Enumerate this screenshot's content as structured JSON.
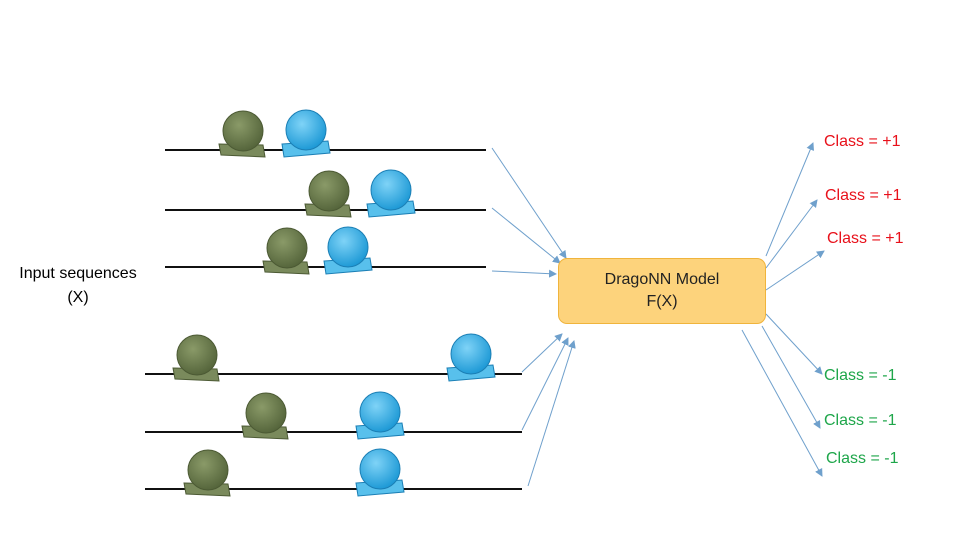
{
  "input_label": {
    "line1": "Input sequences",
    "line2": "(X)"
  },
  "model": {
    "line1": "DragoNN Model",
    "line2": "F(X)"
  },
  "outputs": [
    {
      "text": "Class = +1",
      "color": "#e8101a"
    },
    {
      "text": "Class = +1",
      "color": "#e8101a"
    },
    {
      "text": "Class = +1",
      "color": "#e8101a"
    },
    {
      "text": "Class = -1",
      "color": "#1ea64a"
    },
    {
      "text": "Class = -1",
      "color": "#1ea64a"
    },
    {
      "text": "Class = -1",
      "color": "#1ea64a"
    }
  ],
  "colors": {
    "protein_green": "#6f8052",
    "protein_blue": "#3fb3e8",
    "arrow": "#6fa0cc",
    "dna": "#111111",
    "model_fill": "#fdd37c"
  }
}
